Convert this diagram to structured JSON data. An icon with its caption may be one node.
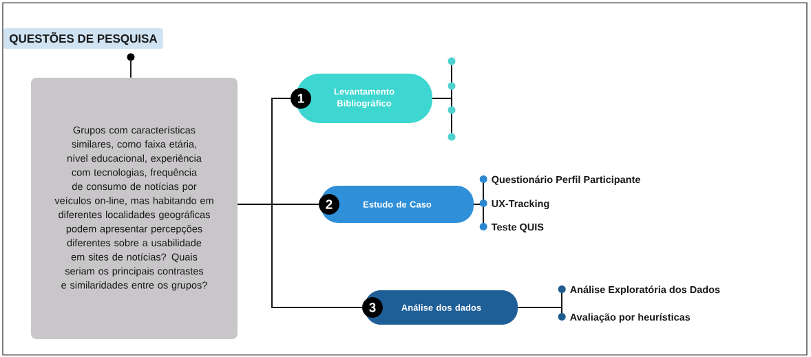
{
  "diagram": {
    "nodes": [
      {
        "text": [
          "QUESTÕES DE PESQUISA"
        ]
      },
      {
        "text": [
          "Grupos com características similares, como faixa etária, nível educacional, experiência com tecnologias, frequência de consumo de notícias por veículos on-line, mas habitando em diferentes localidades geográficas podem apresentar percepções diferentes sobre a usabilidade em sites de notícias? Quais seriam os principais contrastes e similaridades entre os grupos?"
        ]
      },
      {
        "text": [
          "1",
          "Levantamento Bibliográfico"
        ]
      },
      {
        "text": [
          "2",
          "Estudo de Caso"
        ]
      },
      {
        "text": [
          "3",
          "Análise dos dados"
        ]
      },
      {
        "text": [],
        "shape": "circle"
      },
      {
        "text": [],
        "shape": "circle"
      },
      {
        "text": [],
        "shape": "circle"
      },
      {
        "text": [],
        "shape": "circle"
      },
      {
        "text": [
          "Questionário Perfil Participante"
        ]
      },
      {
        "text": [
          "UX-Tracking"
        ]
      },
      {
        "text": [
          "Teste QUIS"
        ]
      },
      {
        "text": [
          "Análise Exploratória dos Dados"
        ]
      },
      {
        "text": [
          "Avaliação por heurísticas"
        ]
      },
      {
        "text": [],
        "shape": "circle"
      }
    ],
    "edges": [
      {
        "from": 14,
        "to": 1,
        "arrow": "none"
      },
      {
        "from": 1,
        "to": 2,
        "arrow": "none"
      },
      {
        "from": 1,
        "to": 3,
        "arrow": "none"
      },
      {
        "from": 1,
        "to": 4,
        "arrow": "none"
      },
      {
        "from": 2,
        "to": 5,
        "arrow": "none"
      },
      {
        "from": 2,
        "to": 6,
        "arrow": "none"
      },
      {
        "from": 2,
        "to": 7,
        "arrow": "none"
      },
      {
        "from": 2,
        "to": 8,
        "arrow": "none"
      },
      {
        "from": 3,
        "to": 9,
        "arrow": "none"
      },
      {
        "from": 3,
        "to": 10,
        "arrow": "none"
      },
      {
        "from": 3,
        "to": 11,
        "arrow": "none"
      },
      {
        "from": 4,
        "to": 12,
        "arrow": "none"
      },
      {
        "from": 4,
        "to": 13,
        "arrow": "none"
      }
    ]
  }
}
